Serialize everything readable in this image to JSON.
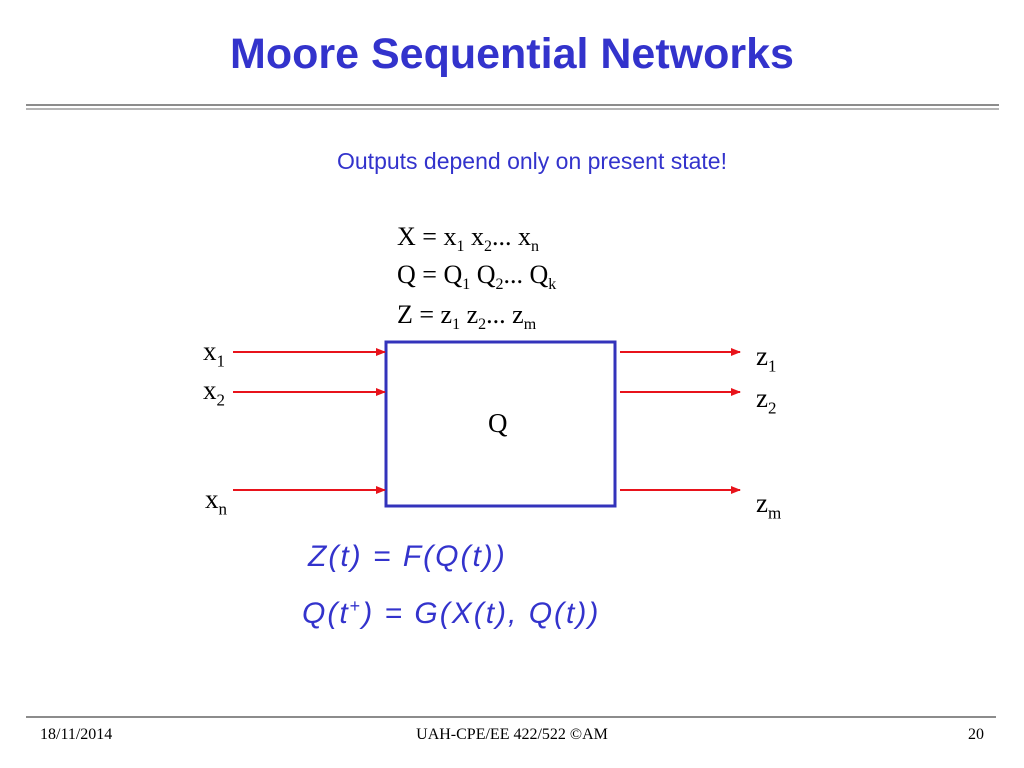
{
  "slide": {
    "title": "Moore Sequential Networks",
    "subtitle": "Outputs depend only on present state!"
  },
  "definitions": {
    "x": {
      "lhs": "X = x",
      "i1": "1",
      "mid": " x",
      "i2": "2",
      "dots": "... x",
      "in": "n"
    },
    "q": {
      "lhs": "Q = Q",
      "i1": "1",
      "mid": " Q",
      "i2": "2",
      "dots": "... Q",
      "in": "k"
    },
    "z": {
      "lhs": "Z = z",
      "i1": "1",
      "mid": " z",
      "i2": "2",
      "dots": "... z",
      "in": "m"
    }
  },
  "diagram": {
    "block_label": "Q",
    "inputs": [
      {
        "base": "x",
        "sub": "1"
      },
      {
        "base": "x",
        "sub": "2"
      },
      {
        "base": "x",
        "sub": "n"
      }
    ],
    "outputs": [
      {
        "base": "z",
        "sub": "1"
      },
      {
        "base": "z",
        "sub": "2"
      },
      {
        "base": "z",
        "sub": "m"
      }
    ],
    "arrow_color": "#e8131b",
    "block_color": "#3333bb"
  },
  "equations": {
    "output_eq": "Z(t) = F(Q(t))",
    "next_state_lhs": "Q(t",
    "next_state_sup": "+",
    "next_state_rhs": ") = G(X(t), Q(t))"
  },
  "footer": {
    "date": "18/11/2014",
    "course": "UAH-CPE/EE 422/522 ©AM",
    "page": "20"
  }
}
